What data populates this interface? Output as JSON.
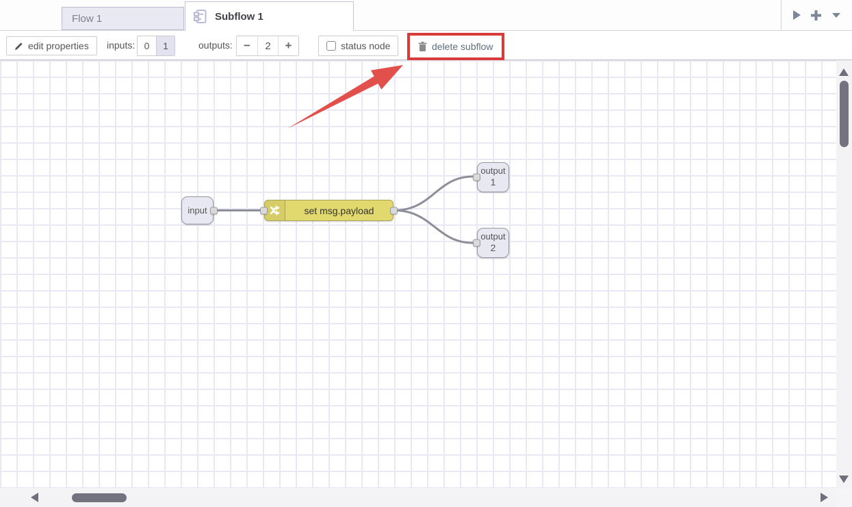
{
  "tabs": {
    "flow1": "Flow 1",
    "subflow1": "Subflow 1"
  },
  "toolbar": {
    "edit_properties": "edit properties",
    "inputs_label": "inputs:",
    "input_options": [
      "0",
      "1"
    ],
    "selected_inputs": "1",
    "outputs_label": "outputs:",
    "minus": "−",
    "outputs_value": "2",
    "plus": "+",
    "status_node": "status node",
    "status_checked": false,
    "delete_subflow": "delete subflow"
  },
  "canvas": {
    "nodes": [
      {
        "id": "input",
        "type": "subflow-input",
        "label": "input"
      },
      {
        "id": "change",
        "type": "change",
        "label": "set msg.payload"
      },
      {
        "id": "output1",
        "type": "subflow-output",
        "label": "output",
        "number": "1"
      },
      {
        "id": "output2",
        "type": "subflow-output",
        "label": "output",
        "number": "2"
      }
    ],
    "wires": [
      [
        "input",
        "change"
      ],
      [
        "change",
        "output1"
      ],
      [
        "change",
        "output2"
      ]
    ]
  },
  "annotation": {
    "highlighted_control": "delete subflow",
    "shape": "red arrow pointing to red box"
  },
  "colors": {
    "change_node_fill": "#e2d96e",
    "node_fill": "#e8e8f2",
    "highlight_red": "#d93b3b",
    "arrow_red": "#e2504b",
    "wire": "#8e8e99",
    "grid_line": "#e8e8f4",
    "inactive_tab_fill": "#e9e9f3"
  }
}
